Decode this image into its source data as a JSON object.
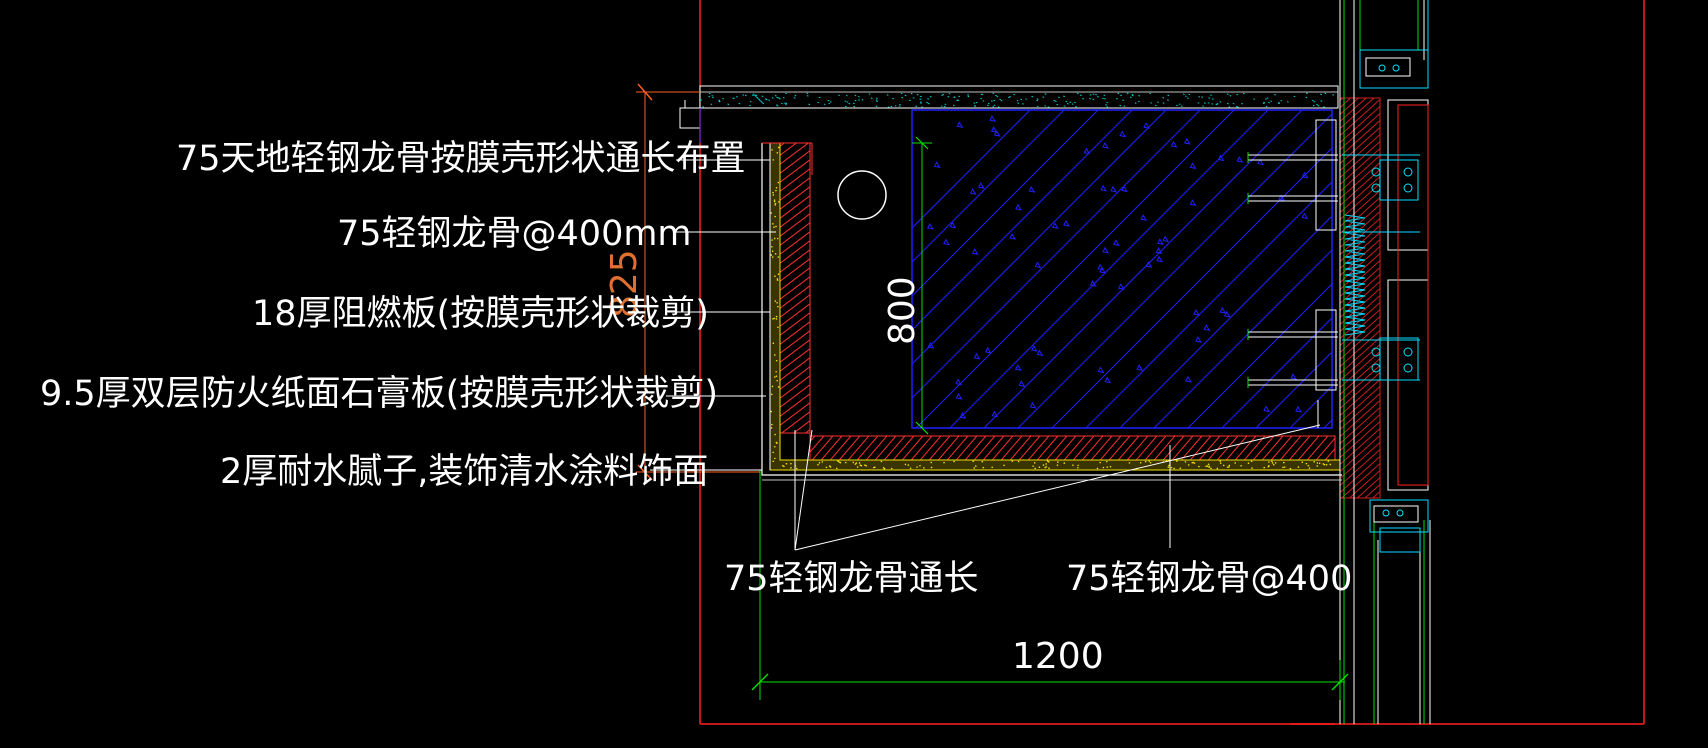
{
  "callouts": {
    "keel_full_length_layout": "75天地轻钢龙骨按膜壳形状通长布置",
    "keel_spacing_mm": "75轻钢龙骨@400mm",
    "fire_retardant_board": "18厚阻燃板(按膜壳形状裁剪)",
    "gypsum_board": "9.5厚双层防火纸面石膏板(按膜壳形状裁剪)",
    "finish_coating": "2厚耐水腻子,装饰清水涂料饰面",
    "keel_full_length": "75轻钢龙骨通长",
    "keel_spacing": "75轻钢龙骨@400"
  },
  "dimensions": {
    "overall_height": "825",
    "beam_depth": "800",
    "width": "1200"
  },
  "colors": {
    "background": "#000000",
    "frame_line": "#ff2020",
    "dim_green": "#00e000",
    "dim_text_orange": "#e07030",
    "concrete_hatch": "#2020ff",
    "insulation_yellow": "#f0e000",
    "gypsum_hatch": "#ff3030",
    "curtain_wall_cyan": "#00e0ff",
    "fire_stop_red": "#d02020"
  }
}
